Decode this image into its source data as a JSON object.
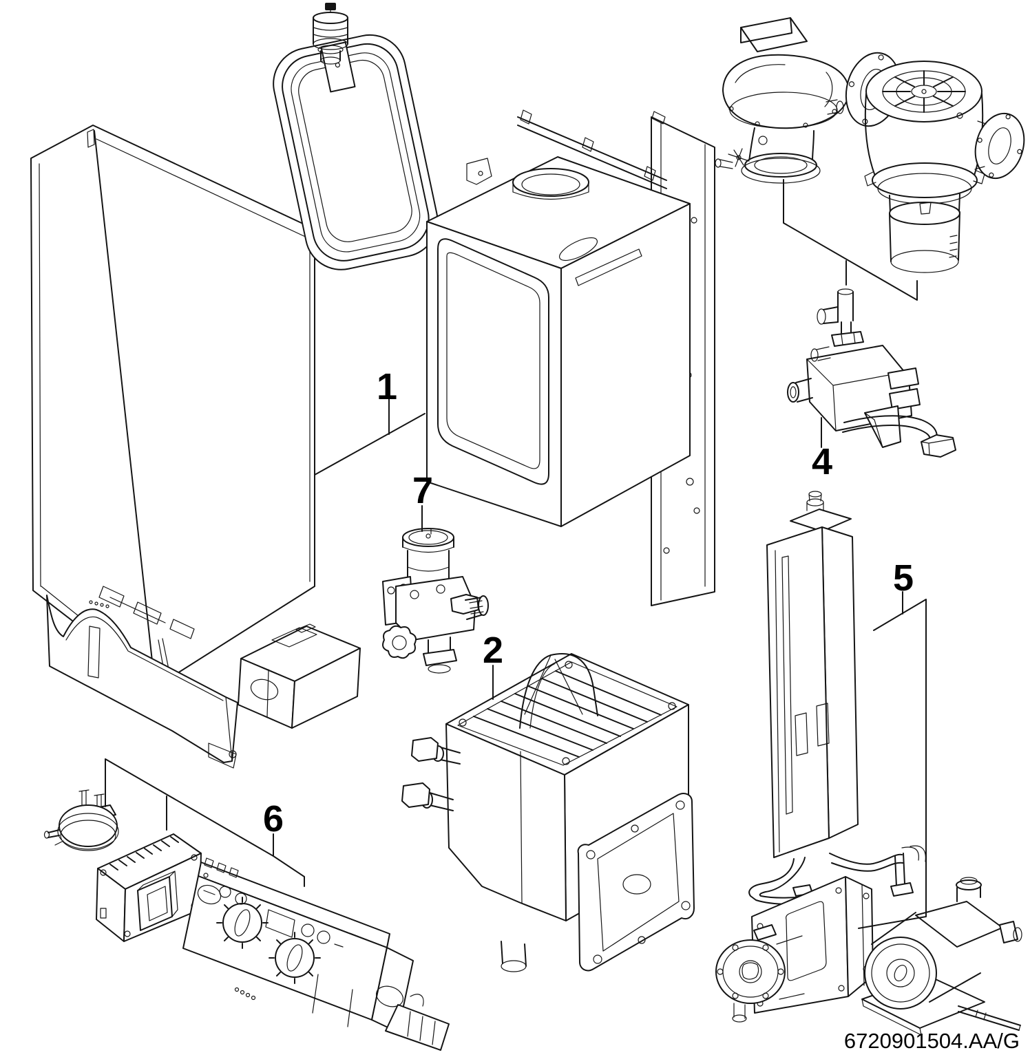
{
  "diagram": {
    "doc_ref": "6720901504.AA/G",
    "labels": {
      "l1": "1",
      "l2": "2",
      "l4": "4",
      "l5": "5",
      "l6": "6",
      "l7": "7"
    }
  },
  "colors": {
    "line": "#141414",
    "label": "#000000",
    "background": "#ffffff"
  }
}
